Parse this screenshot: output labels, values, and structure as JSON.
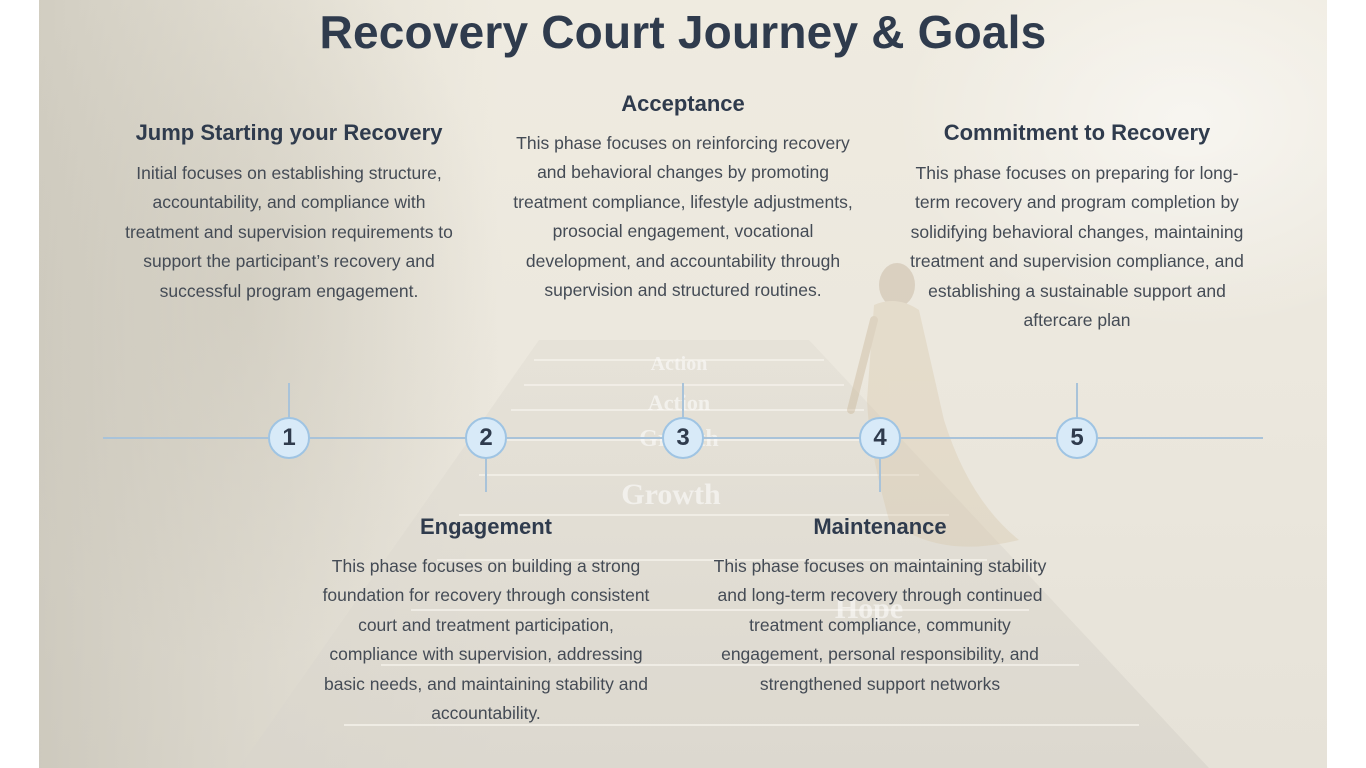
{
  "title": "Recovery Court Journey & Goals",
  "colors": {
    "heading": "#2f3b4d",
    "body_text": "#444b55",
    "timeline_line": "#a9c3d9",
    "node_fill": "#d8eaf8",
    "node_stroke": "#9fc4e3"
  },
  "phases": [
    {
      "number": "1",
      "heading": "Jump Starting your Recovery",
      "description": "Initial focuses on establishing structure, accountability, and compliance with treatment and supervision requirements to support the participant’s recovery and successful program engagement."
    },
    {
      "number": "2",
      "heading": "Engagement",
      "description": "This phase focuses on building a strong foundation for recovery through consistent court and treatment participation, compliance with supervision, addressing basic needs, and maintaining stability and accountability."
    },
    {
      "number": "3",
      "heading": "Acceptance",
      "description": "This phase focuses on reinforcing recovery and behavioral changes by promoting treatment compliance, lifestyle adjustments, prosocial engagement, vocational development, and accountability through supervision and structured routines."
    },
    {
      "number": "4",
      "heading": "Maintenance",
      "description": "This phase focuses on maintaining stability and long-term recovery through continued treatment compliance, community engagement, personal responsibility, and strengthened support networks"
    },
    {
      "number": "5",
      "heading": "Commitment to Recovery",
      "description": "This phase focuses on preparing for long-term recovery and program completion by solidifying behavioral changes, maintaining treatment and supervision compliance, and establishing a sustainable support and aftercare plan"
    }
  ],
  "background_stair_words": [
    "Action",
    "Action",
    "Growth",
    "Growth",
    "Hope"
  ]
}
